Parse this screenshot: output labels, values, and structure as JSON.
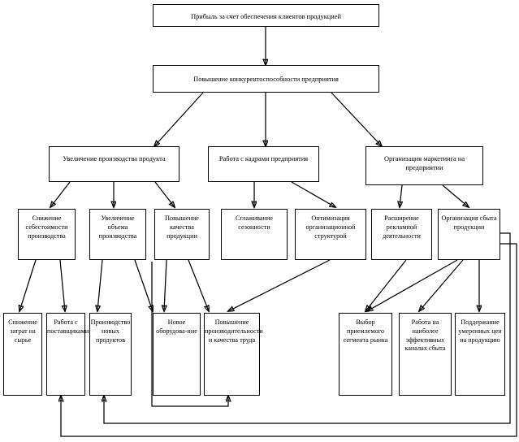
{
  "diagram": {
    "title_node": {
      "id": "profit",
      "label": "Прибыль за счет обеспечения клиентов продукцией"
    },
    "level2": [
      {
        "id": "competitiveness",
        "label": "Повышение конкурентоспособности предприятия"
      }
    ],
    "level3": [
      {
        "id": "production-increase",
        "label": "Увеличение производства продукта"
      },
      {
        "id": "personnel-work",
        "label": "Работа с кадрами предприятия"
      },
      {
        "id": "marketing-org",
        "label": "Организация маркетинга на предприятии"
      }
    ],
    "level4": [
      {
        "id": "cost-reduction",
        "label": "Снижение себестоимости производства"
      },
      {
        "id": "volume-increase",
        "label": "Увеличение объема производства"
      },
      {
        "id": "quality-increase",
        "label": "Повышение качества продукции"
      },
      {
        "id": "seasonality-smoothing",
        "label": "Сглаживание сезонности"
      },
      {
        "id": "org-structure-optimization",
        "label": "Оптимизация организационной структурой"
      },
      {
        "id": "advertising-expansion",
        "label": "Расширение рекламной деятельности"
      },
      {
        "id": "sales-organization",
        "label": "Организация сбыта продукции"
      }
    ],
    "level5": [
      {
        "id": "raw-material-costs",
        "label": "Снижение затрат на сырье"
      },
      {
        "id": "supplier-work",
        "label": "Работа с поставщиками"
      },
      {
        "id": "new-products",
        "label": "Производство новых продуктов"
      },
      {
        "id": "new-equipment",
        "label": "Новое оборудова-ние"
      },
      {
        "id": "labor-productivity",
        "label": "Повышение производительности и качества труда"
      },
      {
        "id": "market-segment",
        "label": "Выбор приемлемого сегмента рынка"
      },
      {
        "id": "effective-channels",
        "label": "Работа на наиболее эффективных каналах сбыта"
      },
      {
        "id": "moderate-prices",
        "label": "Поддержание умеренных цен на продукцию"
      }
    ],
    "colors": {
      "box_border": "#000000",
      "box_fill": "#ffffff",
      "connector": "#000000",
      "background": "#ffffff"
    }
  }
}
